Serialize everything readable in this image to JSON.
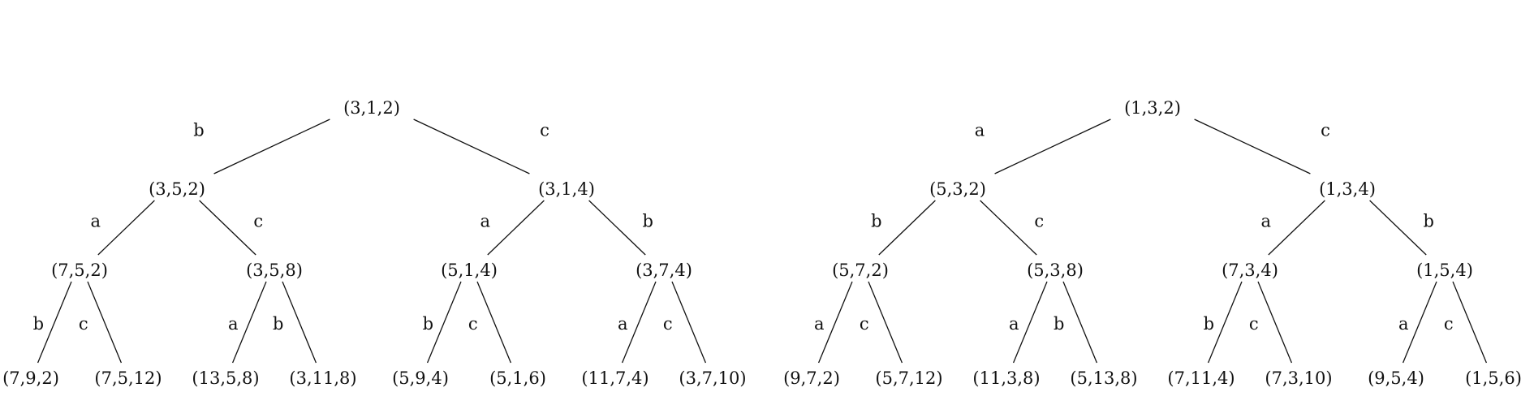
{
  "trees": [
    {
      "root": {
        "label": "(3,1,2)",
        "children": [
          {
            "edge": "b",
            "label": "(3,5,2)",
            "children": [
              {
                "edge": "a",
                "label": "(7,5,2)",
                "children": [
                  {
                    "edge": "b",
                    "label": "(7,9,2)"
                  },
                  {
                    "edge": "c",
                    "label": "(7,5,12)"
                  }
                ]
              },
              {
                "edge": "c",
                "label": "(3,5,8)",
                "children": [
                  {
                    "edge": "a",
                    "label": "(13,5,8)"
                  },
                  {
                    "edge": "b",
                    "label": "(3,11,8)"
                  }
                ]
              }
            ]
          },
          {
            "edge": "c",
            "label": "(3,1,4)",
            "children": [
              {
                "edge": "a",
                "label": "(5,1,4)",
                "children": [
                  {
                    "edge": "b",
                    "label": "(5,9,4)"
                  },
                  {
                    "edge": "c",
                    "label": "(5,1,6)"
                  }
                ]
              },
              {
                "edge": "b",
                "label": "(3,7,4)",
                "children": [
                  {
                    "edge": "a",
                    "label": "(11,7,4)"
                  },
                  {
                    "edge": "c",
                    "label": "(3,7,10)"
                  }
                ]
              }
            ]
          }
        ]
      }
    },
    {
      "root": {
        "label": "(1,3,2)",
        "children": [
          {
            "edge": "a",
            "label": "(5,3,2)",
            "children": [
              {
                "edge": "b",
                "label": "(5,7,2)",
                "children": [
                  {
                    "edge": "a",
                    "label": "(9,7,2)"
                  },
                  {
                    "edge": "c",
                    "label": "(5,7,12)"
                  }
                ]
              },
              {
                "edge": "c",
                "label": "(5,3,8)",
                "children": [
                  {
                    "edge": "a",
                    "label": "(11,3,8)"
                  },
                  {
                    "edge": "b",
                    "label": "(5,13,8)"
                  }
                ]
              }
            ]
          },
          {
            "edge": "c",
            "label": "(1,3,4)",
            "children": [
              {
                "edge": "a",
                "label": "(7,3,4)",
                "children": [
                  {
                    "edge": "b",
                    "label": "(7,11,4)"
                  },
                  {
                    "edge": "c",
                    "label": "(7,3,10)"
                  }
                ]
              },
              {
                "edge": "b",
                "label": "(1,5,4)",
                "children": [
                  {
                    "edge": "a",
                    "label": "(9,5,4)"
                  },
                  {
                    "edge": "c",
                    "label": "(1,5,6)"
                  }
                ]
              }
            ]
          }
        ]
      }
    }
  ]
}
